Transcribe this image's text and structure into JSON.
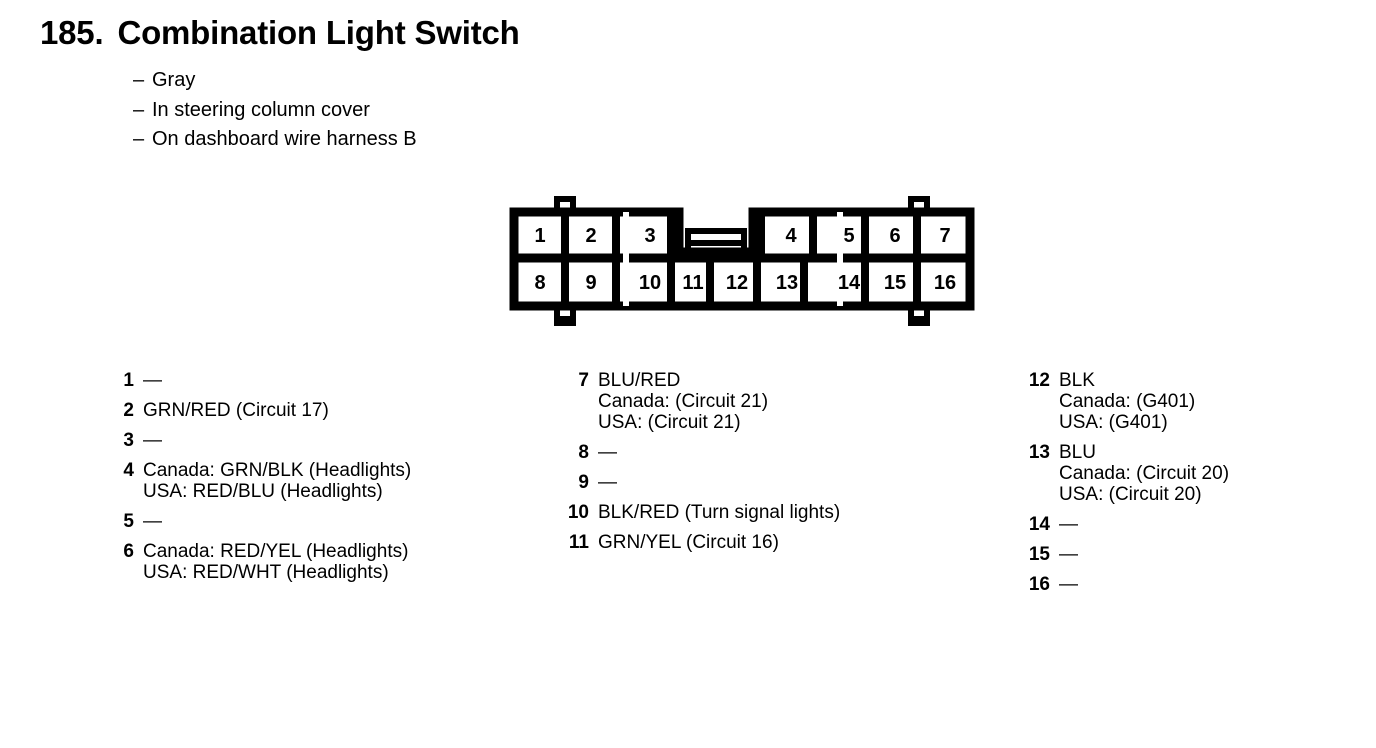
{
  "header": {
    "number": "185.",
    "title": "Combination Light Switch",
    "bullets": [
      "Gray",
      "In steering column cover",
      "On dashboard wire harness B"
    ],
    "bullet_marker": "–"
  },
  "connector": {
    "name": "16-pin connector face view",
    "top_row": [
      "1",
      "2",
      "3",
      "4",
      "5",
      "6",
      "7"
    ],
    "bottom_row": [
      "8",
      "9",
      "10",
      "11",
      "12",
      "13",
      "14",
      "15",
      "16"
    ],
    "latch_label": "center-latch",
    "tab_count": 4,
    "stroke_color": "#000000",
    "fill_color": "#ffffff"
  },
  "pin_columns": [
    {
      "column_name": "pins-1-6",
      "entries": [
        {
          "pin": "1",
          "lines": [
            "—"
          ]
        },
        {
          "pin": "2",
          "lines": [
            "GRN/RED (Circuit 17)"
          ]
        },
        {
          "pin": "3",
          "lines": [
            "—"
          ]
        },
        {
          "pin": "4",
          "lines": [
            "Canada: GRN/BLK (Headlights)",
            "USA: RED/BLU (Headlights)"
          ]
        },
        {
          "pin": "5",
          "lines": [
            "—"
          ]
        },
        {
          "pin": "6",
          "lines": [
            "Canada: RED/YEL (Headlights)",
            "USA: RED/WHT (Headlights)"
          ]
        }
      ]
    },
    {
      "column_name": "pins-7-11",
      "entries": [
        {
          "pin": "7",
          "lines": [
            "BLU/RED",
            "Canada: (Circuit 21)",
            "USA: (Circuit 21)"
          ]
        },
        {
          "pin": "8",
          "lines": [
            "—"
          ]
        },
        {
          "pin": "9",
          "lines": [
            "—"
          ]
        },
        {
          "pin": "10",
          "lines": [
            "BLK/RED (Turn signal lights)"
          ]
        },
        {
          "pin": "11",
          "lines": [
            "GRN/YEL (Circuit 16)"
          ]
        }
      ]
    },
    {
      "column_name": "pins-12-16",
      "entries": [
        {
          "pin": "12",
          "lines": [
            "BLK",
            "Canada: (G401)",
            "USA: (G401)"
          ]
        },
        {
          "pin": "13",
          "lines": [
            "BLU",
            "Canada: (Circuit 20)",
            "USA: (Circuit 20)"
          ]
        },
        {
          "pin": "14",
          "lines": [
            "—"
          ]
        },
        {
          "pin": "15",
          "lines": [
            "—"
          ]
        },
        {
          "pin": "16",
          "lines": [
            "—"
          ]
        }
      ]
    }
  ]
}
